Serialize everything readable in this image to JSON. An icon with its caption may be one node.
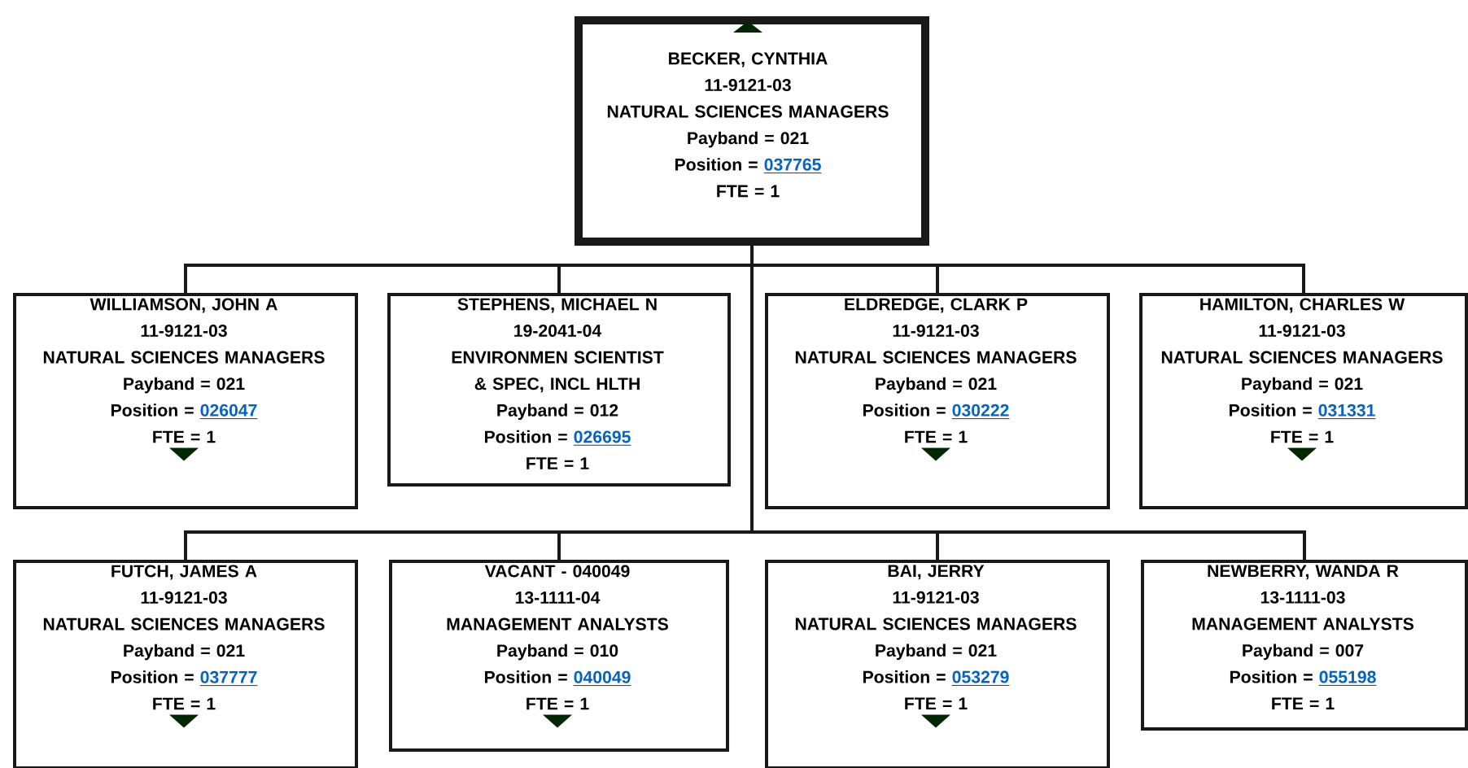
{
  "diagram": {
    "nodes": [
      {
        "text": [
          "BECKER, CYNTHIA",
          "11-9121-03",
          "NATURAL SCIENCES MANAGERS",
          "Payband = 021",
          "Position =",
          "037765",
          "FTE = 1"
        ]
      },
      {
        "text": [
          "WILLIAMSON, JOHN A",
          "11-9121-03",
          "NATURAL SCIENCES MANAGERS",
          "Payband = 021",
          "Position =",
          "026047",
          "FTE = 1"
        ]
      },
      {
        "text": [
          "STEPHENS, MICHAEL N",
          "19-2041-04",
          "ENVIRONMEN SCIENTIST & SPEC, INCL HLTH",
          "Payband = 012",
          "Position =",
          "026695",
          "FTE = 1"
        ]
      },
      {
        "text": [
          "ELDREDGE, CLARK P",
          "11-9121-03",
          "NATURAL SCIENCES MANAGERS",
          "Payband = 021",
          "Position =",
          "030222",
          "FTE = 1"
        ]
      },
      {
        "text": [
          "HAMILTON, CHARLES W",
          "11-9121-03",
          "NATURAL SCIENCES MANAGERS",
          "Payband = 021",
          "Position =",
          "031331",
          "FTE = 1"
        ]
      },
      {
        "text": [
          "FUTCH, JAMES A",
          "11-9121-03",
          "NATURAL SCIENCES MANAGERS",
          "Payband = 021",
          "Position =",
          "037777",
          "FTE = 1"
        ]
      },
      {
        "text": [
          "VACANT - 040049",
          "13-1111-04",
          "MANAGEMENT ANALYSTS",
          "Payband = 010",
          "Position =",
          "040049",
          "FTE = 1"
        ]
      },
      {
        "text": [
          "BAI, JERRY",
          "11-9121-03",
          "NATURAL SCIENCES MANAGERS",
          "Payband = 021",
          "Position =",
          "053279",
          "FTE = 1"
        ]
      },
      {
        "text": [
          "NEWBERRY, WANDA R",
          "13-1111-03",
          "MANAGEMENT ANALYSTS",
          "Payband = 007",
          "Position =",
          "055198",
          "FTE = 1"
        ]
      }
    ],
    "edges": [
      {
        "from": 0,
        "to": 1,
        "arrow": "none"
      },
      {
        "from": 0,
        "to": 2,
        "arrow": "none"
      },
      {
        "from": 0,
        "to": 3,
        "arrow": "none"
      },
      {
        "from": 0,
        "to": 4,
        "arrow": "none"
      },
      {
        "from": 0,
        "to": 5,
        "arrow": "none"
      },
      {
        "from": 0,
        "to": 6,
        "arrow": "none"
      },
      {
        "from": 0,
        "to": 7,
        "arrow": "none"
      },
      {
        "from": 0,
        "to": 8,
        "arrow": "none"
      }
    ]
  }
}
